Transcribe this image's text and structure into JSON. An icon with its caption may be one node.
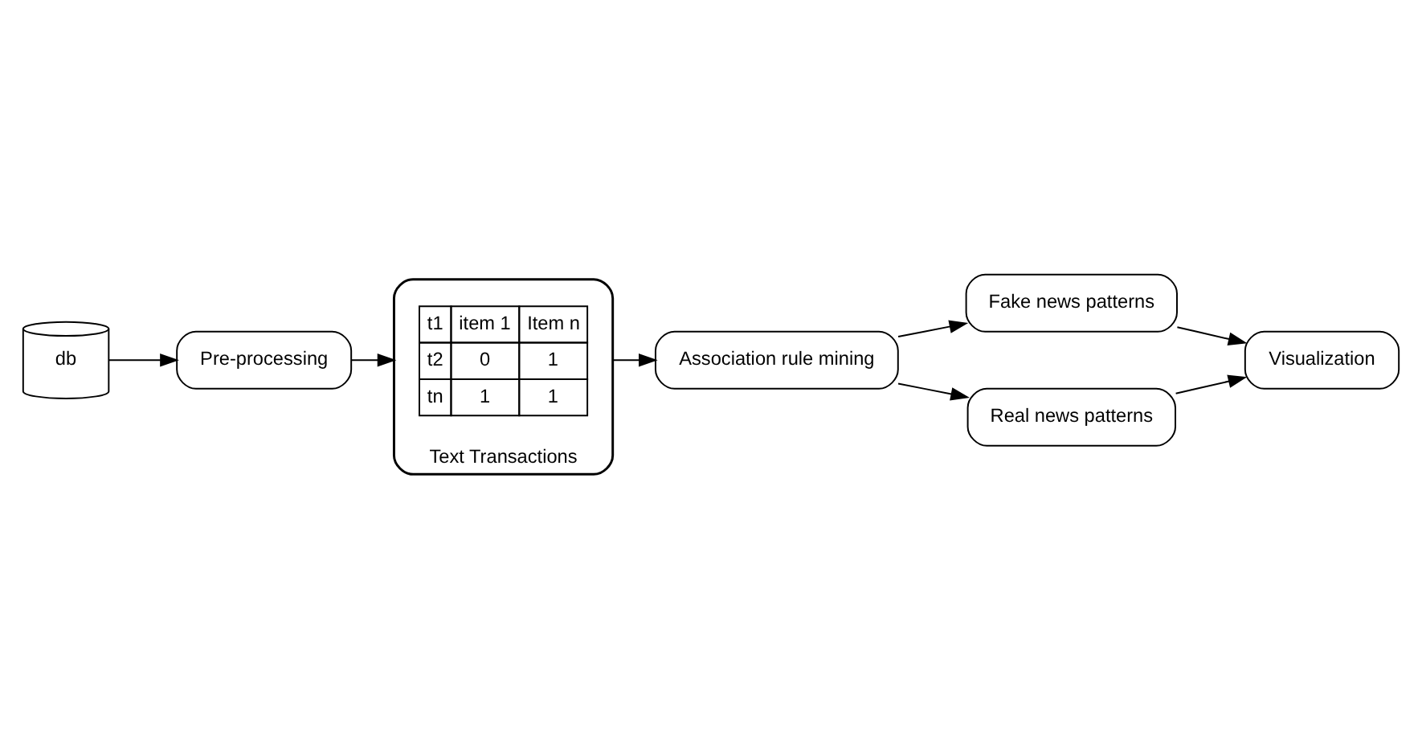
{
  "diagram": {
    "nodes": [
      {
        "text": [
          "Pre-processing"
        ]
      },
      {
        "text": [
          "Text Transactions"
        ]
      },
      {
        "text": [
          "Association rule mining"
        ]
      },
      {
        "text": [
          "Fake news patterns"
        ]
      },
      {
        "text": [
          "Real news patterns"
        ]
      },
      {
        "text": [
          "db"
        ]
      },
      {
        "text": [
          "Visualization"
        ]
      }
    ],
    "edges": [
      {
        "from": 5,
        "to": 0,
        "arrow": "to"
      },
      {
        "from": 0,
        "to": 1,
        "arrow": "to"
      },
      {
        "from": 1,
        "to": 2,
        "arrow": "to"
      },
      {
        "from": 2,
        "to": 3,
        "arrow": "to"
      },
      {
        "from": 2,
        "to": 4,
        "arrow": "to"
      },
      {
        "from": 3,
        "to": 6,
        "arrow": "to"
      },
      {
        "from": 4,
        "to": 6,
        "arrow": "to"
      }
    ],
    "labels": [
      "t1",
      "item 1",
      "Item n",
      "t2",
      "0",
      "1",
      "tn",
      "1",
      "1"
    ]
  }
}
